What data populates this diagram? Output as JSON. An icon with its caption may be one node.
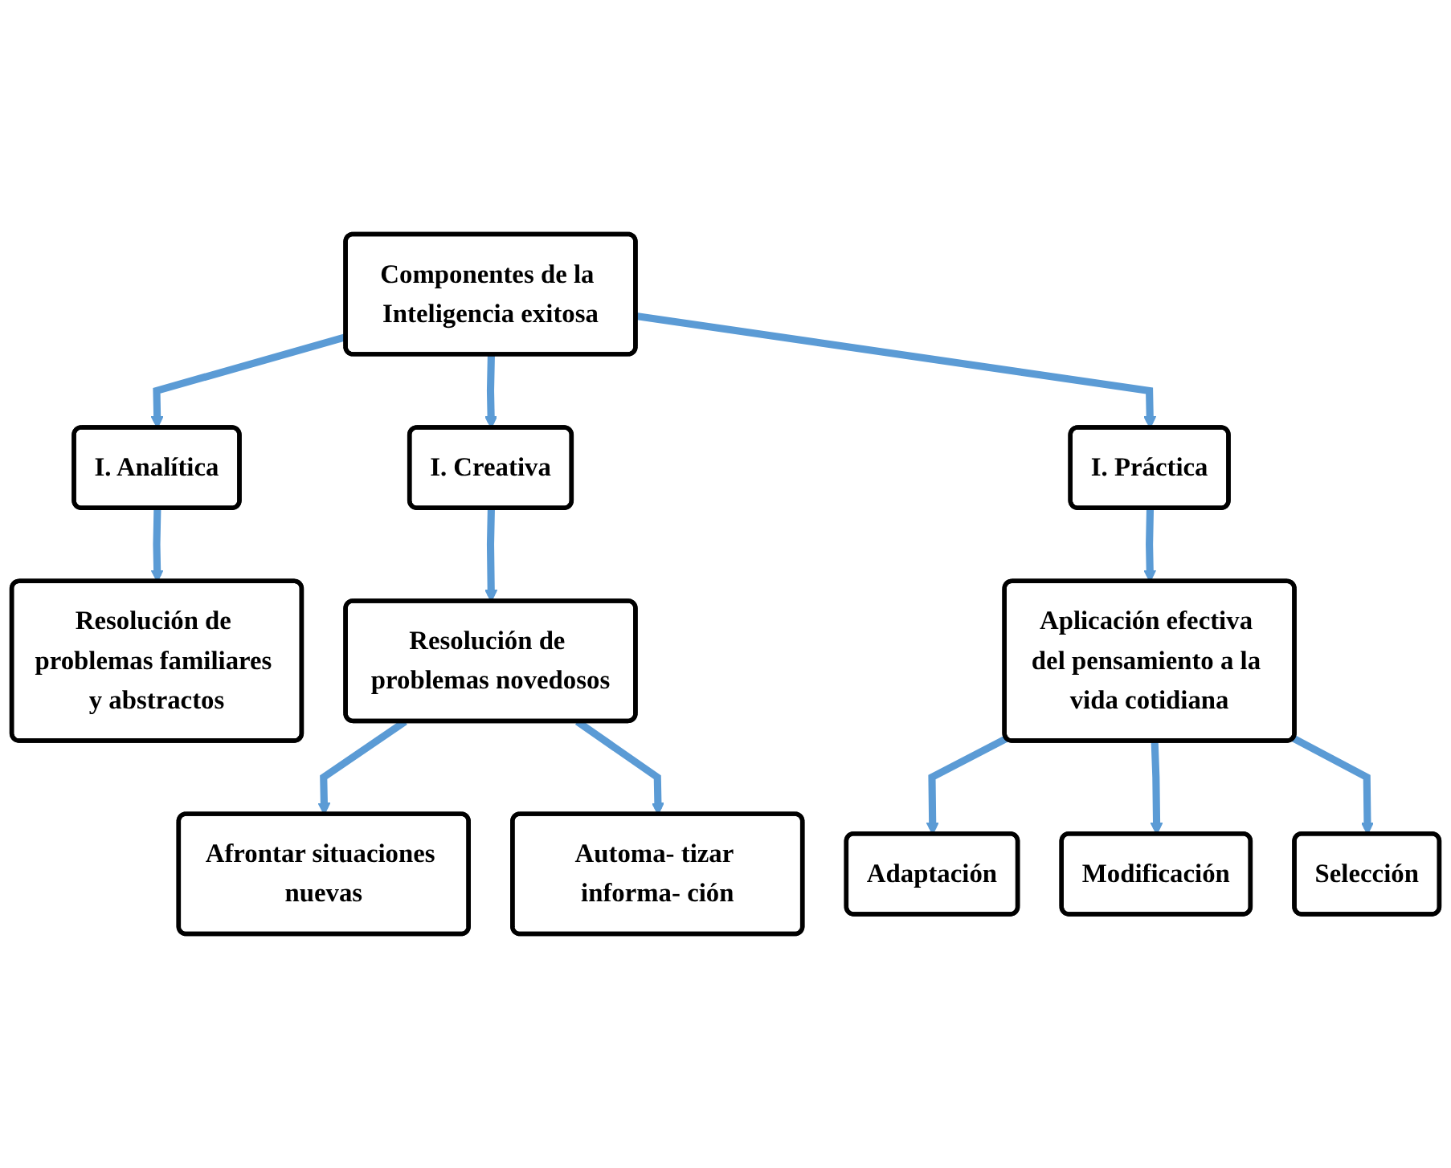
{
  "diagram": {
    "nodes": [
      {
        "text": [
          "Componentes de la Inteligencia exitosa"
        ]
      },
      {
        "text": [
          "I. Analítica"
        ]
      },
      {
        "text": [
          "I. Creativa"
        ]
      },
      {
        "text": [
          "I. Práctica"
        ]
      },
      {
        "text": [
          "Resolución de problemas familiares y abstractos"
        ]
      },
      {
        "text": [
          "Resolución de problemas novedosos"
        ]
      },
      {
        "text": [
          "Aplicación efectiva del pensamiento a la vida cotidiana"
        ]
      },
      {
        "text": [
          "Afrontar situaciones nuevas"
        ]
      },
      {
        "text": [
          "Automa- tizar informa- ción"
        ]
      },
      {
        "text": [
          "Adaptación"
        ]
      },
      {
        "text": [
          "Modificación"
        ]
      },
      {
        "text": [
          "Selección"
        ]
      }
    ],
    "edges": [
      {
        "from": 0,
        "to": 1,
        "arrow": "to"
      },
      {
        "from": 0,
        "to": 2,
        "arrow": "to"
      },
      {
        "from": 0,
        "to": 3,
        "arrow": "to"
      },
      {
        "from": 1,
        "to": 4,
        "arrow": "to"
      },
      {
        "from": 2,
        "to": 5,
        "arrow": "to"
      },
      {
        "from": 3,
        "to": 6,
        "arrow": "to"
      },
      {
        "from": 5,
        "to": 7,
        "arrow": "to"
      },
      {
        "from": 5,
        "to": 8,
        "arrow": "to"
      },
      {
        "from": 6,
        "to": 9,
        "arrow": "to"
      },
      {
        "from": 6,
        "to": 10,
        "arrow": "to"
      },
      {
        "from": 6,
        "to": 11,
        "arrow": "to"
      }
    ]
  }
}
